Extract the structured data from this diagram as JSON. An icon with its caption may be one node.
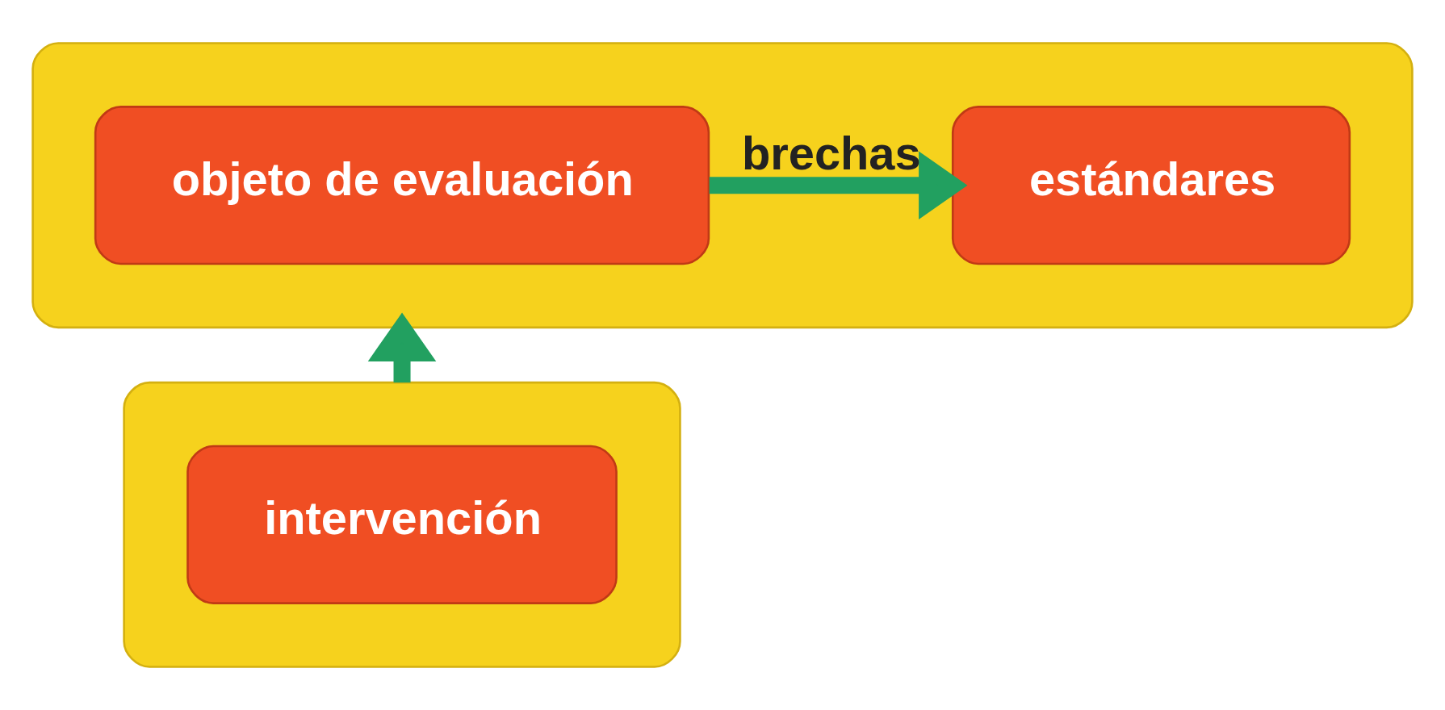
{
  "diagram": {
    "nodes": [
      {
        "text": [],
        "shape": "box"
      },
      {
        "text": [
          "objeto de evaluación"
        ],
        "in": 0
      },
      {
        "text": [
          "estándares"
        ],
        "in": 0
      },
      {
        "text": [],
        "shape": "box"
      },
      {
        "text": [
          "intervención"
        ],
        "in": 3
      }
    ],
    "edges": [
      {
        "from": 1,
        "to": 2,
        "arrow": "to",
        "label": "brechas"
      },
      {
        "from": 3,
        "to": 0,
        "arrow": "to"
      }
    ]
  }
}
